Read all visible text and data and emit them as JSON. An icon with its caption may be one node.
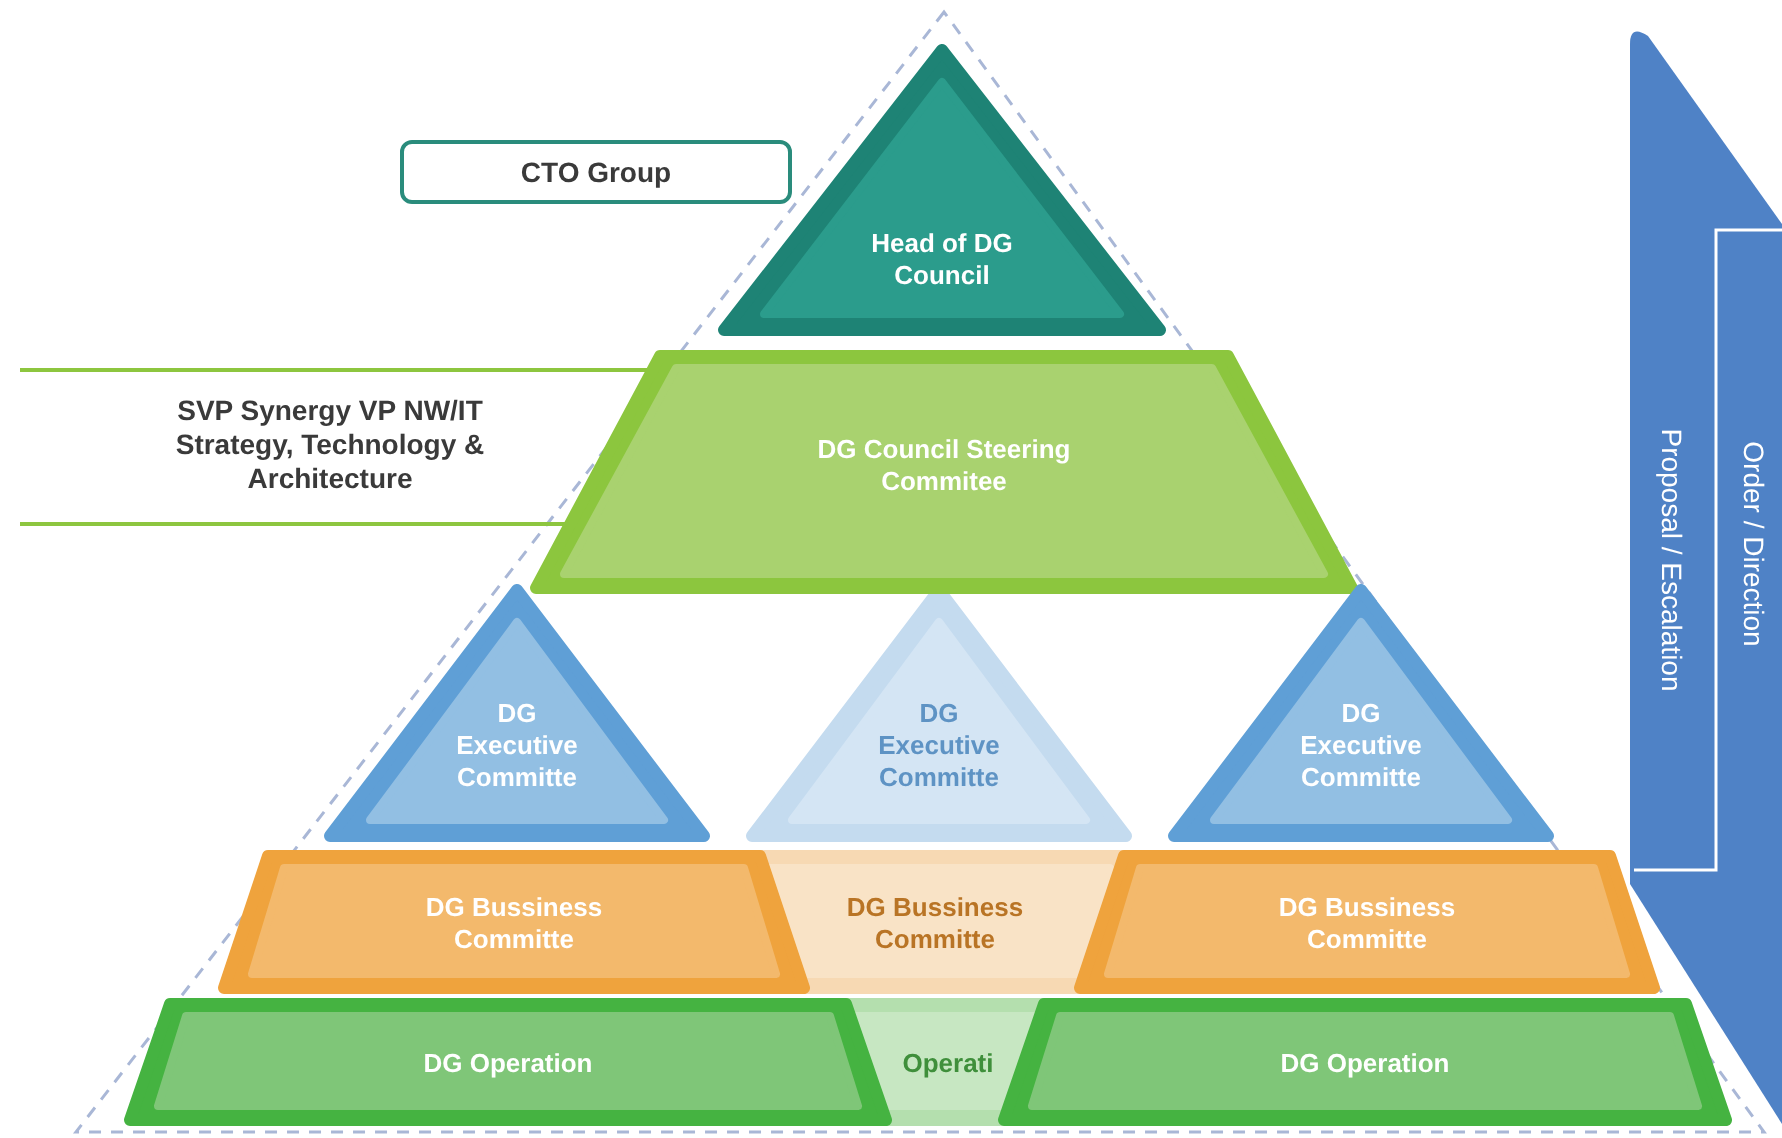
{
  "diagram": {
    "nodes": [
      {
        "text": [
          "CTO Group"
        ]
      },
      {
        "text": [
          "Head of DG Council"
        ]
      },
      {
        "text": [
          "DG Council Steering Commitee"
        ]
      },
      {
        "text": [
          "DG Executive Committe"
        ]
      },
      {
        "text": [
          "DG Executive Committe"
        ]
      },
      {
        "text": [
          "DG Executive Committe"
        ]
      },
      {
        "text": [
          "DG Bussiness Committe"
        ]
      },
      {
        "text": [
          "DG Bussiness Committe"
        ]
      },
      {
        "text": [
          "DG Bussiness Committe"
        ]
      },
      {
        "text": [
          "Operati"
        ]
      },
      {
        "text": [
          "DG Operation"
        ]
      },
      {
        "text": [
          "DG Operation"
        ]
      }
    ],
    "labels": [
      "SVP Synergy VP NW/IT Strategy, Technology & Architecture",
      "Proposal / Escalation",
      "Order / Direction"
    ]
  }
}
